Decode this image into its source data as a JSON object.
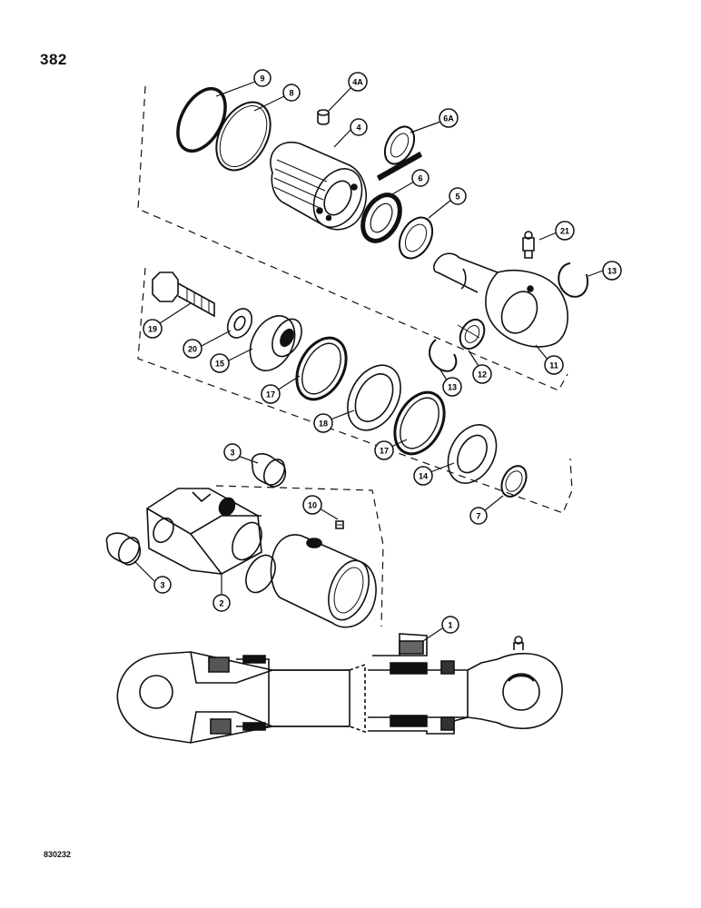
{
  "page_number": "382",
  "document_code": "830232",
  "callouts": {
    "c1": "1",
    "c2": "2",
    "c3a": "3",
    "c3b": "3",
    "c4": "4",
    "c4a": "4A",
    "c5": "5",
    "c6": "6",
    "c6a": "6A",
    "c7": "7",
    "c8": "8",
    "c9": "9",
    "c10": "10",
    "c11": "11",
    "c12": "12",
    "c13a": "13",
    "c13b": "13",
    "c14": "14",
    "c15": "15",
    "c17a": "17",
    "c17b": "17",
    "c18": "18",
    "c19": "19",
    "c20": "20",
    "c21": "21"
  }
}
